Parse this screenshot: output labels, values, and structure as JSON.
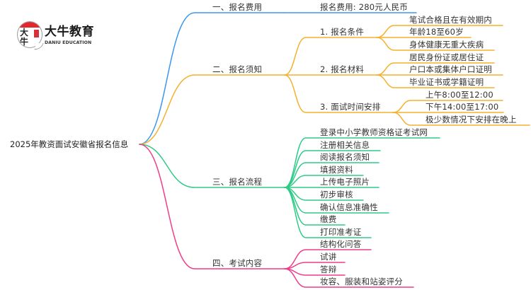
{
  "logo": {
    "mark_text": "大牛",
    "name": "大牛教育",
    "subtitle": "DANIU EDUCATION",
    "cap_color": "#e0282e"
  },
  "root": {
    "label": "2025年教资面试安徽省报名信息"
  },
  "branches": [
    {
      "label": "一、报名费用",
      "color": "#3a97ef",
      "children": [
        {
          "label": "报名费用: 280元人民币"
        }
      ]
    },
    {
      "label": "二、报名须知",
      "color": "#f4b12f",
      "children": [
        {
          "label": "1. 报名条件",
          "children": [
            {
              "label": "笔试合格且在有效期内"
            },
            {
              "label": "年龄18至60岁"
            },
            {
              "label": "身体健康无重大疾病"
            }
          ]
        },
        {
          "label": "2. 报名材料",
          "children": [
            {
              "label": "居民身份证或居住证"
            },
            {
              "label": "户口本或集体户口证明"
            },
            {
              "label": "毕业证书或学籍证明"
            }
          ]
        },
        {
          "label": "3. 面试时间安排",
          "children": [
            {
              "label": "上午8:00至12:00"
            },
            {
              "label": "下午14:00至17:00"
            },
            {
              "label": "极少数情况下安排在晚上"
            }
          ]
        }
      ]
    },
    {
      "label": "三、报名流程",
      "color": "#2fcb86",
      "children": [
        {
          "label": "登录中小学教师资格证考试网"
        },
        {
          "label": "注册相关信息"
        },
        {
          "label": "阅读报名须知"
        },
        {
          "label": "填报资料"
        },
        {
          "label": "上传电子照片"
        },
        {
          "label": "初步审核"
        },
        {
          "label": "确认信息准确性"
        },
        {
          "label": "缴费"
        },
        {
          "label": "打印准考证"
        }
      ]
    },
    {
      "label": "四、考试内容",
      "color": "#ee3d8b",
      "children": [
        {
          "label": "结构化问答"
        },
        {
          "label": "试讲"
        },
        {
          "label": "答辩"
        },
        {
          "label": "妆容、服装和站姿评分"
        }
      ]
    }
  ]
}
